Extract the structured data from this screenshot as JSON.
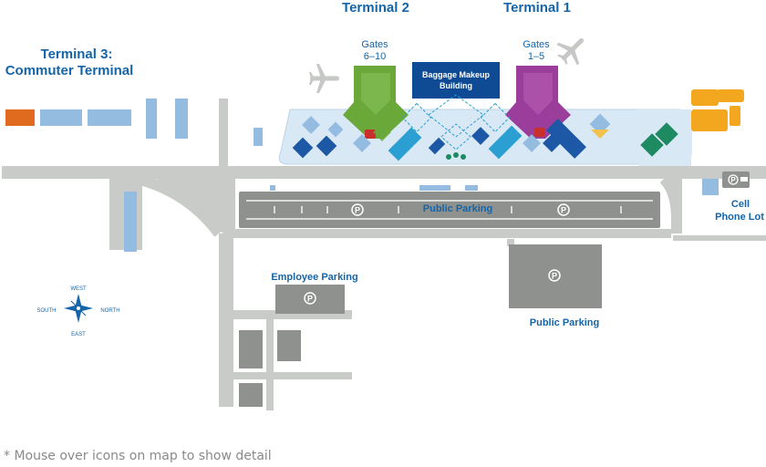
{
  "terminals": {
    "terminal_1": {
      "title": "Terminal 1",
      "gates_label": "Gates",
      "gates_range": "1–5"
    },
    "terminal_2": {
      "title": "Terminal 2",
      "gates_label": "Gates",
      "gates_range": "6–10"
    },
    "terminal_3": {
      "title_line1": "Terminal 3:",
      "title_line2": "Commuter Terminal"
    }
  },
  "buildings": {
    "baggage_line1": "Baggage Makeup",
    "baggage_line2": "Building"
  },
  "parking": {
    "public_parking_main": "Public Parking",
    "public_parking_south": "Public Parking",
    "employee_parking": "Employee Parking",
    "cell_phone_line1": "Cell",
    "cell_phone_line2": "Phone Lot",
    "parking_symbol": "P"
  },
  "compass": {
    "west": "WEST",
    "south": "SOUTH",
    "north": "NORTH",
    "east": "EAST"
  },
  "footnote": "* Mouse over icons on map to show detail",
  "colors": {
    "title_blue": "#1565a8",
    "road": "#c9cbc9",
    "terminal_zone": "#d8e8f5",
    "terminal_1": "#9b3d9a",
    "terminal_2": "#6aa83a",
    "baggage": "#0f4b94",
    "terminal_3": "#e06a1d",
    "rental_gold": "#f2a71e",
    "light_blue": "#94bbe0",
    "dark_blue": "#1c58a5",
    "teal": "#2b9fd2",
    "parking_gray": "#8f918f"
  }
}
